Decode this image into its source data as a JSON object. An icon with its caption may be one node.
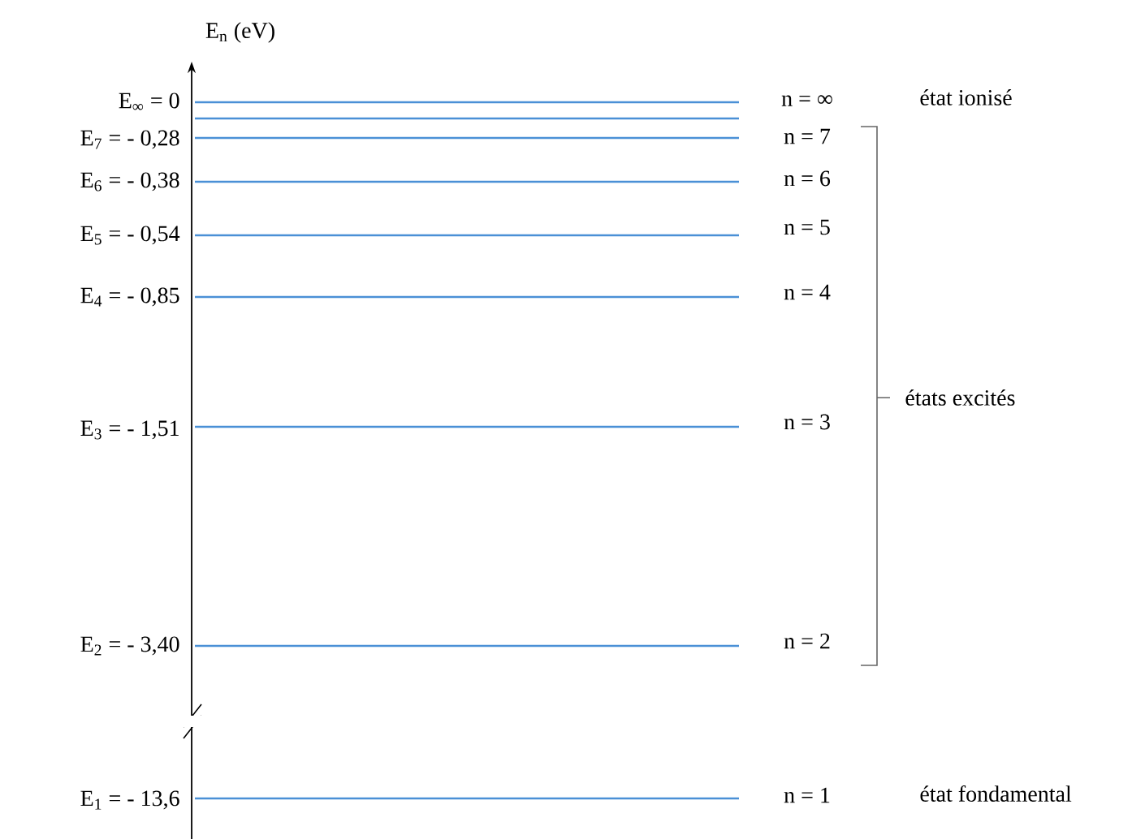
{
  "diagram": {
    "labels": [
      "E$_{n}$ (eV)",
      "E$_{∞}$ = 0",
      "n = ∞",
      "état ionisé",
      "E$_{7}$ = - 0,28",
      "n = 7",
      "E$_{6}$ = - 0,38",
      "n = 6",
      "E$_{5}$ = - 0,54",
      "n = 5",
      "E$_{4}$ = - 0,85",
      "n = 4",
      "états excités",
      "E$_{3}$ = - 1,51",
      "n = 3",
      "E$_{2}$ = - 3,40",
      "n = 2",
      "E$_{1}$ = - 13,6",
      "n = 1",
      "état fondamental"
    ]
  }
}
